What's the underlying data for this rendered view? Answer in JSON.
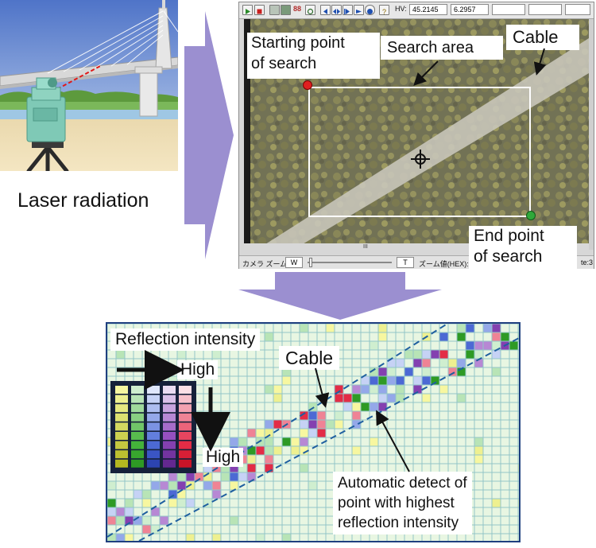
{
  "labels": {
    "laser_radiation": "Laser radiation",
    "starting_point": [
      "Starting point",
      "of search"
    ],
    "search_area": "Search area",
    "cable_top": "Cable",
    "end_point": [
      "End point",
      "of search"
    ],
    "reflection_intensity": "Reflection intensity",
    "high_horizontal": "High",
    "high_vertical": "High",
    "cable_bottom": "Cable",
    "auto_detect": [
      "Automatic detect of",
      "point with highest",
      "reflection intensity"
    ]
  },
  "camera_ui": {
    "hv_label": "HV:",
    "hv_value_1": "45.2145",
    "hv_value_2": "6.2957",
    "camera_zoom_label": "カメラ ズーム：",
    "zoom_w_button": "W",
    "zoom_t_button": "T",
    "zoom_value_label": "ズーム値(HEX):",
    "scroll_mark": "III",
    "status_tail": "te:3",
    "toolbar_glyph": "88"
  },
  "colors": {
    "arrow": "#9b8fd0",
    "grid_bg": "#e8f6e2",
    "grid_line": "#93c5c8",
    "cable_dash": "#1f5f9f",
    "start_marker": "#e02020",
    "end_marker": "#2fa83a"
  },
  "intensity_scale": [
    {
      "name": "yellow",
      "colors": [
        "#f7f7a0",
        "#eef090",
        "#e6e880",
        "#dde070",
        "#d4d860",
        "#ccd050",
        "#c4c840",
        "#bcc030",
        "#b4b820"
      ]
    },
    {
      "name": "green",
      "colors": [
        "#cfeecf",
        "#b8e4b6",
        "#a0da9c",
        "#88d082",
        "#70c668",
        "#58bc4e",
        "#44b23a",
        "#38a62e",
        "#2e9a24"
      ]
    },
    {
      "name": "blue",
      "colors": [
        "#dfe6fb",
        "#c6d2f5",
        "#adbdef",
        "#94a8e9",
        "#7b93e3",
        "#627edd",
        "#4c69d4",
        "#3a55c4",
        "#2c44b0"
      ]
    },
    {
      "name": "purple",
      "colors": [
        "#eadcf2",
        "#d9c0e8",
        "#c8a4de",
        "#b788d4",
        "#a66cca",
        "#9550c0",
        "#8440b0",
        "#7434a0",
        "#642890"
      ]
    },
    {
      "name": "red",
      "colors": [
        "#fbe0e6",
        "#f7c1cb",
        "#f3a2b0",
        "#ef8395",
        "#eb647a",
        "#e7455f",
        "#e32c46",
        "#d81f36",
        "#c81428"
      ]
    }
  ]
}
